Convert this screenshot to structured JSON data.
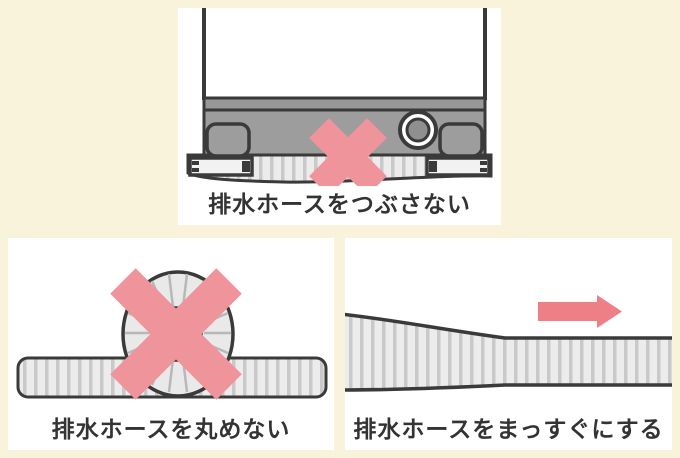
{
  "page": {
    "background_color": "#faf3dc",
    "panel_color": "#ffffff",
    "outline_color": "#3a3a3a",
    "machine_gray": "#9d9d9d",
    "hose_fill": "#ececec",
    "hose_rib_color": "#c9c9c9",
    "prohibition_x_color": "#f0949b",
    "arrow_color": "#ee7f87",
    "text_color": "#333333"
  },
  "panels": {
    "crush": {
      "caption": "排水ホースをつぶさない"
    },
    "coil": {
      "caption": "排水ホースを丸めない"
    },
    "straighten": {
      "caption": "排水ホースをまっすぐにする"
    }
  }
}
